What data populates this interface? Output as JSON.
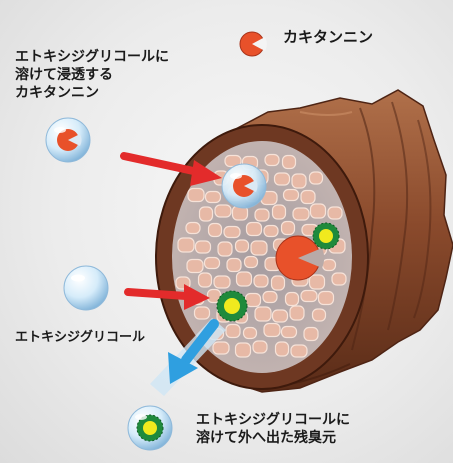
{
  "labels": {
    "tannin_title": "カキタンニン",
    "intro_lines": [
      "エトキシジグリコールに",
      "溶けて浸透する",
      "カキタンニン"
    ],
    "glycol": "エトキシジグリコール",
    "result_lines": [
      "エトキシジグリコールに",
      "溶けて外へ出た残臭元"
    ]
  },
  "colors": {
    "tannin": "#e8512a",
    "odor_core": "#f0ea1e",
    "odor_ring": "#1f8a3c",
    "arrow_red": "#e32b2b",
    "arrow_blue": "#2f9fe0",
    "fiber_bark": "#8a4a2c",
    "fiber_cells": "#e7b9a6"
  },
  "icons": {
    "tannin": "pacman-wedge-icon",
    "odor": "starburst-particle-icon",
    "glycol": "bubble-icon"
  }
}
